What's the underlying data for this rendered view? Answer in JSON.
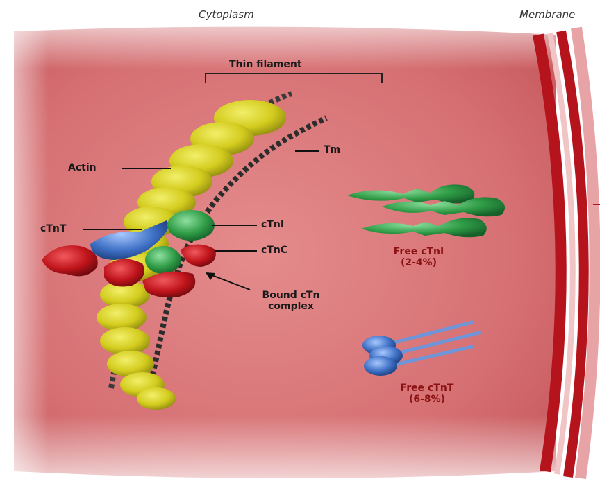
{
  "header": {
    "cytoplasm_label": "Cytoplasm",
    "membrane_label": "Membrane"
  },
  "labels": {
    "thin_filament": "Thin filament",
    "tm": "Tm",
    "actin": "Actin",
    "ctnt": "cTnT",
    "ctni": "cTnI",
    "ctnc": "cTnC",
    "bound_line1": "Bound cTn",
    "bound_line2": "complex",
    "free_ctni": "Free cTnI",
    "free_ctni_pct": "(2-4%)",
    "free_ctnt": "Free cTnT",
    "free_ctnt_pct": "(6-8%)"
  },
  "colors": {
    "cytoplasm": "#d9797b",
    "membrane": "#b5141c",
    "actin": "#d9d41f",
    "tropomyosin": "#3a3a3a",
    "ctni": "#2f9c46",
    "ctnt": "#3d6fc4",
    "ctnc": "#c0141b"
  }
}
